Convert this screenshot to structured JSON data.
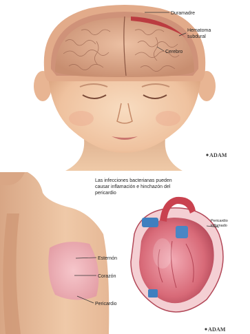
{
  "top_panel": {
    "labels": {
      "duramadre": "Duramadre",
      "hematoma": [
        "Hematoma",
        "subdural"
      ],
      "cerebro": "Cerebro"
    },
    "logo": "ADAM"
  },
  "bottom_panel": {
    "caption": [
      "Las infecciones bacterianas pueden",
      "causar inflamación e hinchazón del",
      "pericardio"
    ],
    "labels": {
      "pericardio_inflamado": [
        "Pericardio",
        "inflamado"
      ],
      "esternon": "Esternón",
      "corazon": "Corazón",
      "pericardio": "Pericardio"
    },
    "logo": "ADAM"
  },
  "colors": {
    "skin": "#f0c9a8",
    "brain": "#d9a488",
    "heart": "#d9707a",
    "vessels": "#3f7fbf"
  }
}
